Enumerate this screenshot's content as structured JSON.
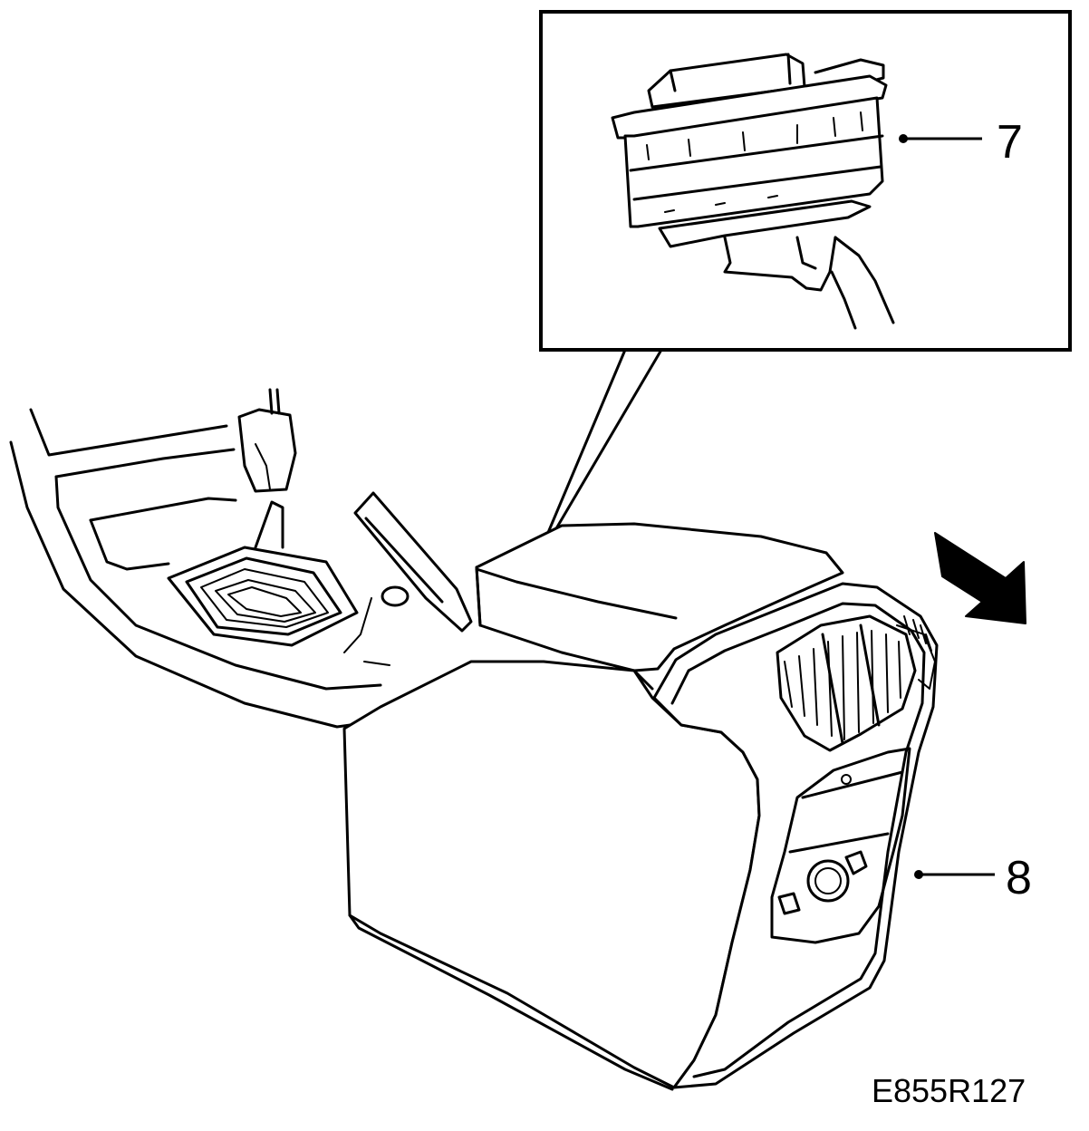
{
  "callouts": [
    {
      "label": "7",
      "part": "switch"
    },
    {
      "label": "8",
      "part": "center-console-rear-panel"
    }
  ],
  "figure_code": "E855R127",
  "colors": {
    "line": "#000000",
    "background": "#ffffff"
  }
}
